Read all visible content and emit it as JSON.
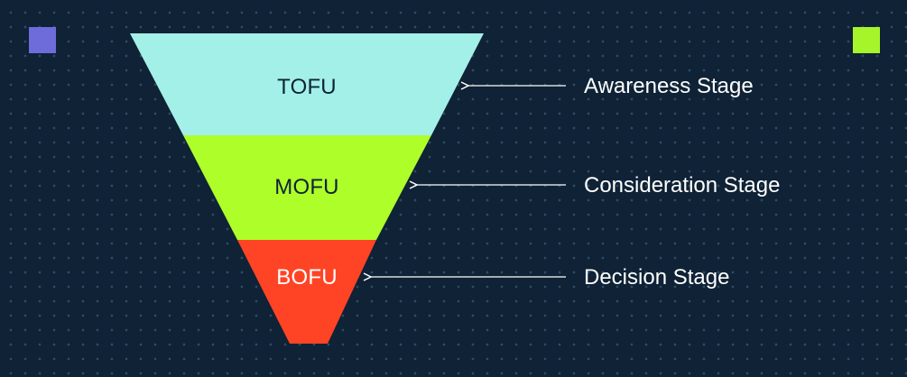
{
  "colors": {
    "background": "#0f2236",
    "tofu": "#a3f0e8",
    "mofu": "#aefe2a",
    "bofu": "#ff4425",
    "corner_left": "#6e6cdb",
    "corner_right": "#a6f52a",
    "arrow": "#ffffff"
  },
  "funnel": {
    "levels": [
      {
        "abbr": "TOFU",
        "stage": "Awareness Stage",
        "abbr_color": "#0f2236"
      },
      {
        "abbr": "MOFU",
        "stage": "Consideration Stage",
        "abbr_color": "#0f2236"
      },
      {
        "abbr": "BOFU",
        "stage": "Decision Stage",
        "abbr_color": "#ffffff"
      }
    ]
  }
}
